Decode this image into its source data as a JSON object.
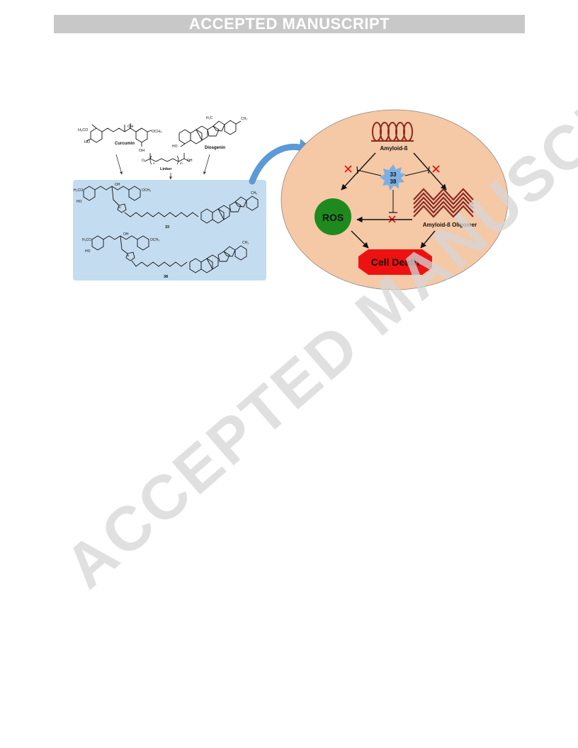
{
  "banner": {
    "text": "ACCEPTED MANUSCRIPT"
  },
  "watermark": {
    "text": "ACCEPTED MANUSCRIPT"
  },
  "chemistry": {
    "curcumin_label": "Curcumin",
    "diosgenin_label": "Diosgenin",
    "linker_label": "Linker",
    "compound_a_label": "33",
    "compound_b_label": "38",
    "group_h3co": "H₃CO",
    "group_och3": "OCH₃",
    "group_ho": "HO",
    "group_oh": "OH",
    "group_ch3": "CH₃",
    "group_h3c": "H₃C",
    "linker_n": "n",
    "linker_m": "m",
    "group_o": "O",
    "group_n": "N",
    "group_h": "H"
  },
  "pathway": {
    "amyloid_label": "Amyloid-ß",
    "oligomer_label": "Amyloid-ß Oligomer",
    "ros_label": "ROS",
    "cell_death_label": "Cell Death",
    "compound_badge_top": "33",
    "compound_badge_bottom": "38"
  },
  "colors": {
    "banner_bg": "#c8c8c8",
    "panel_blue": "#c4dcef",
    "ellipse_bg": "#f5c8a6",
    "ros_green": "#1e8a1e",
    "cell_death_red": "#ee1111",
    "amyloid_brown": "#8b2a22",
    "badge_blue": "#7db0e0",
    "arrow_blue": "#5b9ad6",
    "inhibit_red": "#ee1111"
  }
}
